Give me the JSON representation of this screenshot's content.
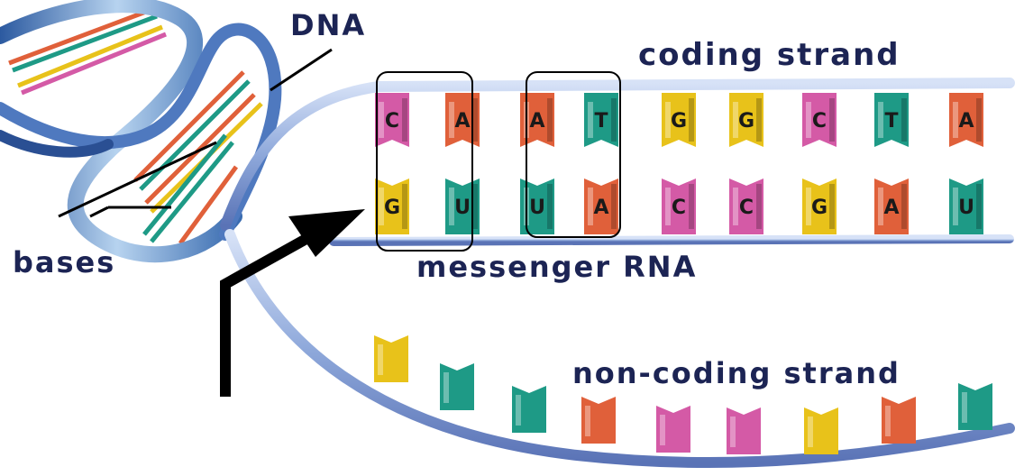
{
  "labels": {
    "dna": "DNA",
    "coding_strand": "coding strand",
    "messenger_rna": "messenger RNA",
    "non_coding_strand": "non-coding strand",
    "bases": "bases"
  },
  "coding_strand_bases": [
    "C",
    "A",
    "A",
    "T",
    "G",
    "G",
    "C",
    "T",
    "A"
  ],
  "mrna_bases": [
    "G",
    "U",
    "U",
    "A",
    "C",
    "C",
    "G",
    "A",
    "U"
  ],
  "base_colors": {
    "A": "#e0603a",
    "T": "#1e9a86",
    "U": "#1e9a86",
    "G": "#e8c21a",
    "C": "#d45aa6"
  },
  "colors": {
    "backbone": "#a9b8e6",
    "helix": "#5f8fc8",
    "label": "#1c2454",
    "arrow": "#000000"
  }
}
